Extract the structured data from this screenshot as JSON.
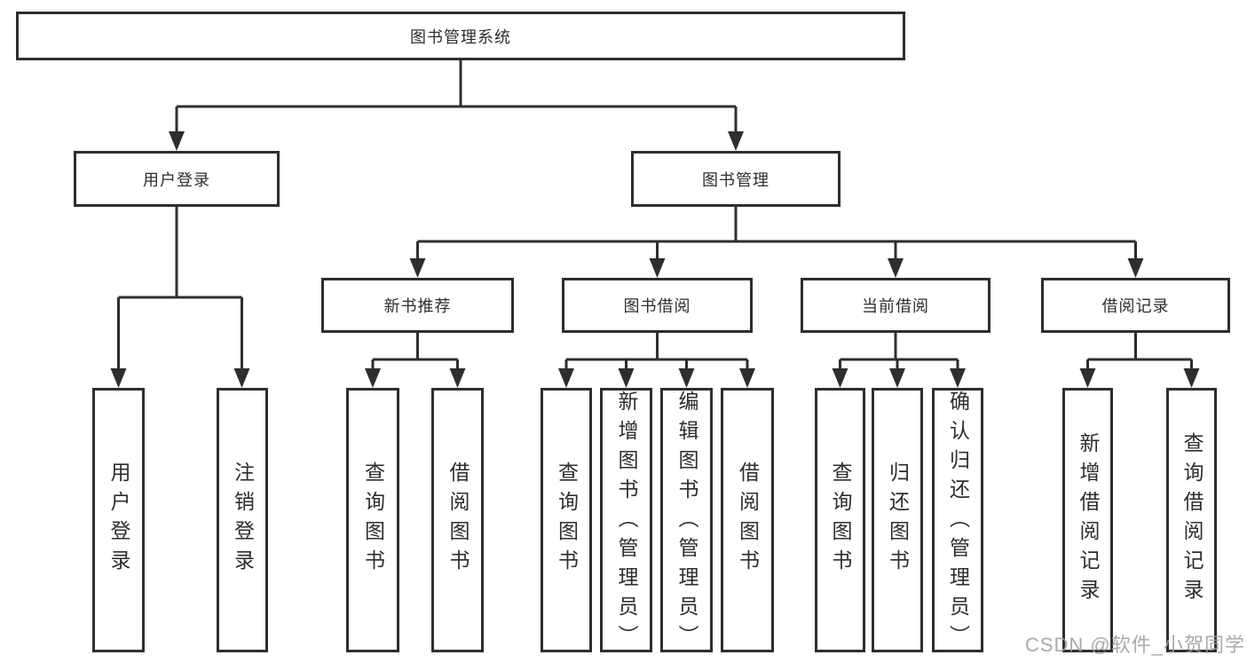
{
  "diagram": {
    "type": "hierarchy-diagram",
    "colors": {
      "line": "#2e2e2e",
      "box_border": "#2e2e2e",
      "text": "#2d2d2d",
      "background": "#ffffff",
      "watermark": "#9e9e9e"
    },
    "nodes": {
      "root": {
        "label": "图书管理系统"
      },
      "user_login": {
        "label": "用户登录"
      },
      "book_mgmt": {
        "label": "图书管理"
      },
      "new_book_rec": {
        "label": "新书推荐"
      },
      "book_borrow": {
        "label": "图书借阅"
      },
      "current_borrow": {
        "label": "当前借阅"
      },
      "borrow_record": {
        "label": "借阅记录"
      },
      "leaf_user_login": {
        "label": "用户登录"
      },
      "leaf_logout": {
        "label": "注销登录"
      },
      "leaf_nb_query": {
        "label": "查询图书"
      },
      "leaf_nb_borrow": {
        "label": "借阅图书"
      },
      "leaf_bb_query": {
        "label": "查询图书"
      },
      "leaf_bb_add": {
        "label": "新增图书（管理员）"
      },
      "leaf_bb_edit": {
        "label": "编辑图书（管理员）"
      },
      "leaf_bb_borrow": {
        "label": "借阅图书"
      },
      "leaf_cb_query": {
        "label": "查询图书"
      },
      "leaf_cb_return": {
        "label": "归还图书"
      },
      "leaf_cb_confirm": {
        "label": "确认归还（管理员）"
      },
      "leaf_br_add": {
        "label": "新增借阅记录"
      },
      "leaf_br_query": {
        "label": "查询借阅记录"
      }
    },
    "edges": [
      [
        "root",
        "user_login"
      ],
      [
        "root",
        "book_mgmt"
      ],
      [
        "user_login",
        "leaf_user_login"
      ],
      [
        "user_login",
        "leaf_logout"
      ],
      [
        "book_mgmt",
        "new_book_rec"
      ],
      [
        "book_mgmt",
        "book_borrow"
      ],
      [
        "book_mgmt",
        "current_borrow"
      ],
      [
        "book_mgmt",
        "borrow_record"
      ],
      [
        "new_book_rec",
        "leaf_nb_query"
      ],
      [
        "new_book_rec",
        "leaf_nb_borrow"
      ],
      [
        "book_borrow",
        "leaf_bb_query"
      ],
      [
        "book_borrow",
        "leaf_bb_add"
      ],
      [
        "book_borrow",
        "leaf_bb_edit"
      ],
      [
        "book_borrow",
        "leaf_bb_borrow"
      ],
      [
        "current_borrow",
        "leaf_cb_query"
      ],
      [
        "current_borrow",
        "leaf_cb_return"
      ],
      [
        "current_borrow",
        "leaf_cb_confirm"
      ],
      [
        "borrow_record",
        "leaf_br_add"
      ],
      [
        "borrow_record",
        "leaf_br_query"
      ]
    ],
    "watermark": "CSDN @软件_小贺同学"
  }
}
